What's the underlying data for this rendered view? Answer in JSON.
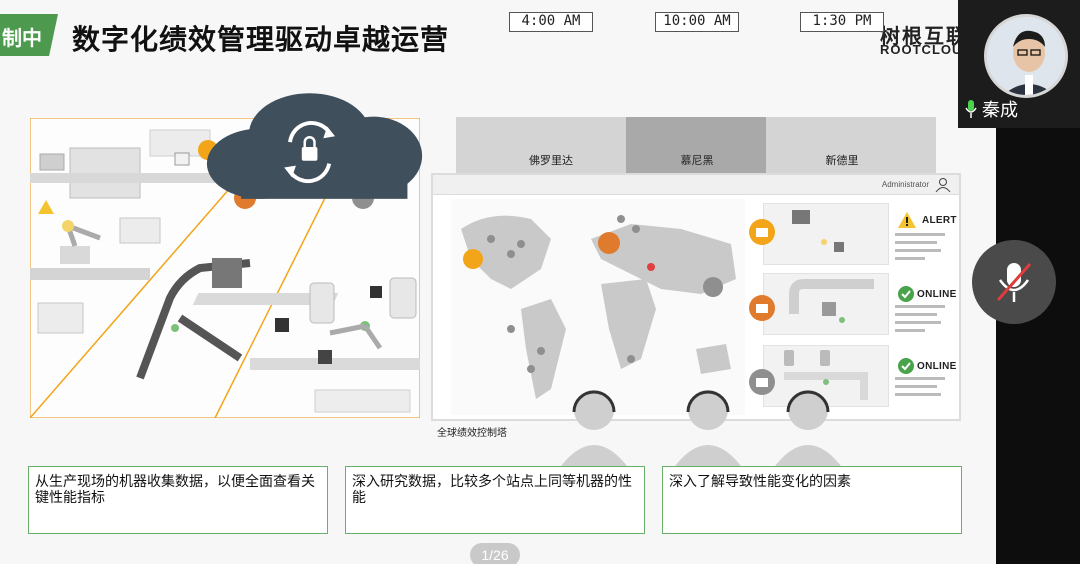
{
  "header": {
    "chip_text": "制中",
    "title": "数字化绩效管理驱动卓越运营",
    "logo_cn": "树根互联",
    "logo_en": "ROOTCLOUD"
  },
  "presenter": {
    "name": "秦成"
  },
  "dashboard": {
    "clocks": [
      {
        "time": "4:00 AM",
        "city": "佛罗里达"
      },
      {
        "time": "10:00 AM",
        "city": "慕尼黑"
      },
      {
        "time": "1:30 PM",
        "city": "新德里"
      }
    ],
    "admin_label": "Administrator",
    "statuses": [
      "ALERT",
      "ONLINE",
      "ONLINE"
    ],
    "caption": "全球绩效控制塔"
  },
  "textboxes": [
    "从生产现场的机器收集数据，以便全面查看关键性能指标",
    "深入研究数据，比较多个站点上同等机器的性能",
    "深入了解导致性能变化的因素"
  ],
  "page_indicator": "1/26",
  "colors": {
    "accent_green": "#4d9a4f",
    "factory_orange": "#f2a519",
    "alert_yellow": "#f4c430",
    "online_green": "#4aa34a",
    "cloud": "#3f4f5c"
  }
}
